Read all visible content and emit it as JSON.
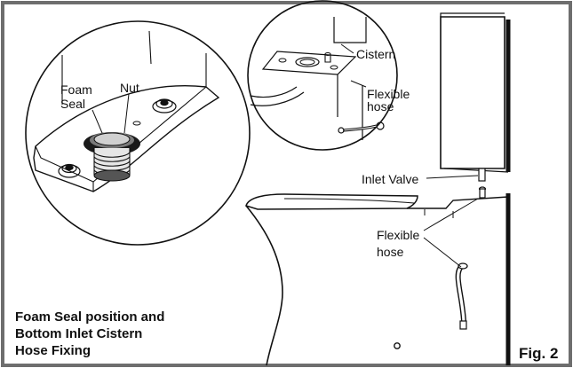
{
  "labels": {
    "foam_seal_line1": "Foam",
    "foam_seal_line2": "Seal",
    "nut": "Nut",
    "cistern": "Cistern",
    "flexible_hose_top_line1": "Flexible",
    "flexible_hose_top_line2": "hose",
    "inlet_valve": "Inlet Valve",
    "flexible_hose_bottom_line1": "Flexible",
    "flexible_hose_bottom_line2": "hose"
  },
  "caption": {
    "line1": "Foam Seal position and",
    "line2": "Bottom Inlet Cistern",
    "line3": "Hose Fixing"
  },
  "figure_label": "Fig. 2",
  "colors": {
    "frame": "#6e6e6e",
    "line": "#111111",
    "seal": "#1a1a1a",
    "seal_light": "#bdbdbd"
  }
}
